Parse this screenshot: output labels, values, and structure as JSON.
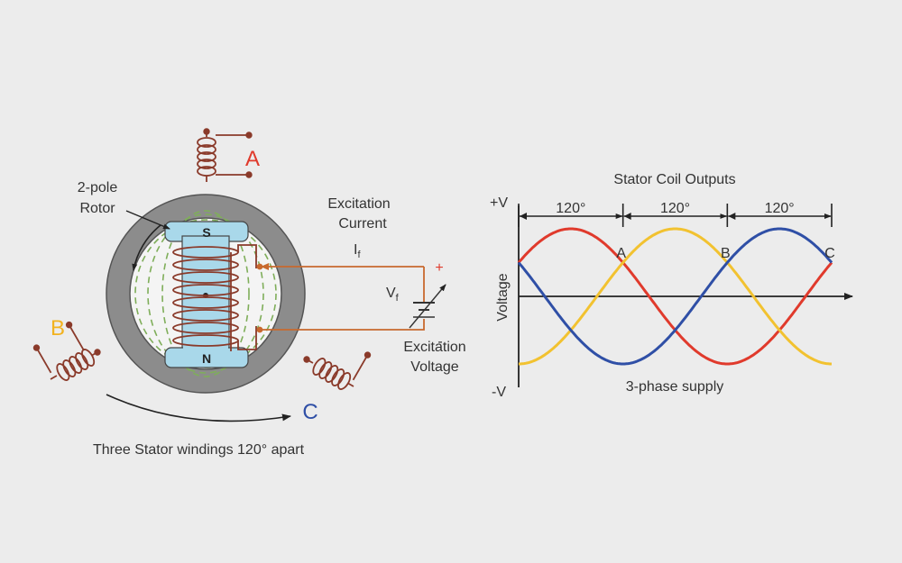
{
  "colors": {
    "background": "#ececec",
    "phase_a": "#e03a2c",
    "phase_b": "#f2c230",
    "phase_c": "#2f4fa6",
    "stator": "#8c8c8c",
    "rotor": "#a9d8ea",
    "wire": "#c8692e",
    "coil": "#8a3a2a",
    "flux": "#7fae5a",
    "text": "#333333"
  },
  "machine": {
    "rotor_label": [
      "2-pole",
      "Rotor"
    ],
    "south_label": "S",
    "north_label": "N",
    "winding_a": "A",
    "winding_b": "B",
    "winding_c": "C",
    "caption": "Three Stator windings 120° apart",
    "excitation_current": [
      "Excitation",
      "Current"
    ],
    "current_symbol": "I",
    "current_subscript": "f",
    "voltage_symbol": "V",
    "voltage_subscript": "f",
    "plus_sign": "+",
    "minus_sign": "-",
    "excitation_voltage": [
      "Excitation",
      "Voltage"
    ]
  },
  "chart_data": {
    "type": "line",
    "title": "Stator Coil Outputs",
    "ylabel": "Voltage",
    "y_top_label": "+V",
    "y_bottom_label": "-V",
    "caption": "3-phase supply",
    "ylim": [
      -1,
      1
    ],
    "x_range_deg": [
      0,
      360
    ],
    "interval_labels": [
      "120°",
      "120°",
      "120°"
    ],
    "interval_bounds_deg": [
      0,
      120,
      240,
      360
    ],
    "peak_labels": [
      {
        "label": "A",
        "x_deg": 120
      },
      {
        "label": "B",
        "x_deg": 240
      },
      {
        "label": "C",
        "x_deg": 360
      }
    ],
    "series": [
      {
        "label": "A",
        "color": "#e03a2c",
        "phase_deg": 30
      },
      {
        "label": "B",
        "color": "#f2c230",
        "phase_deg": -90
      },
      {
        "label": "C",
        "color": "#2f4fa6",
        "phase_deg": 150
      }
    ]
  }
}
